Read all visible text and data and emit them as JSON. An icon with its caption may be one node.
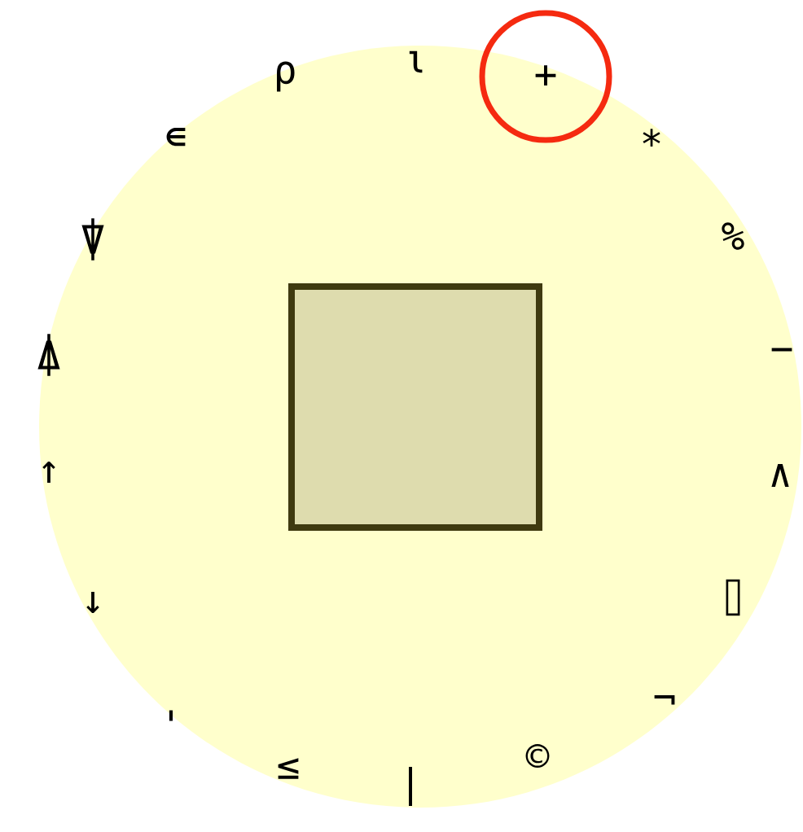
{
  "diagram": {
    "nodes": [
      {
        "text": [],
        "shape": "box"
      }
    ],
    "labels": [
      "ρ",
      "ι",
      "+",
      "*",
      "%",
      "−",
      "∧",
      "⌷",
      "¬",
      "©",
      "|",
      "≤",
      "'",
      "↓",
      "↑",
      "⍋",
      "⍒",
      "∊"
    ]
  }
}
